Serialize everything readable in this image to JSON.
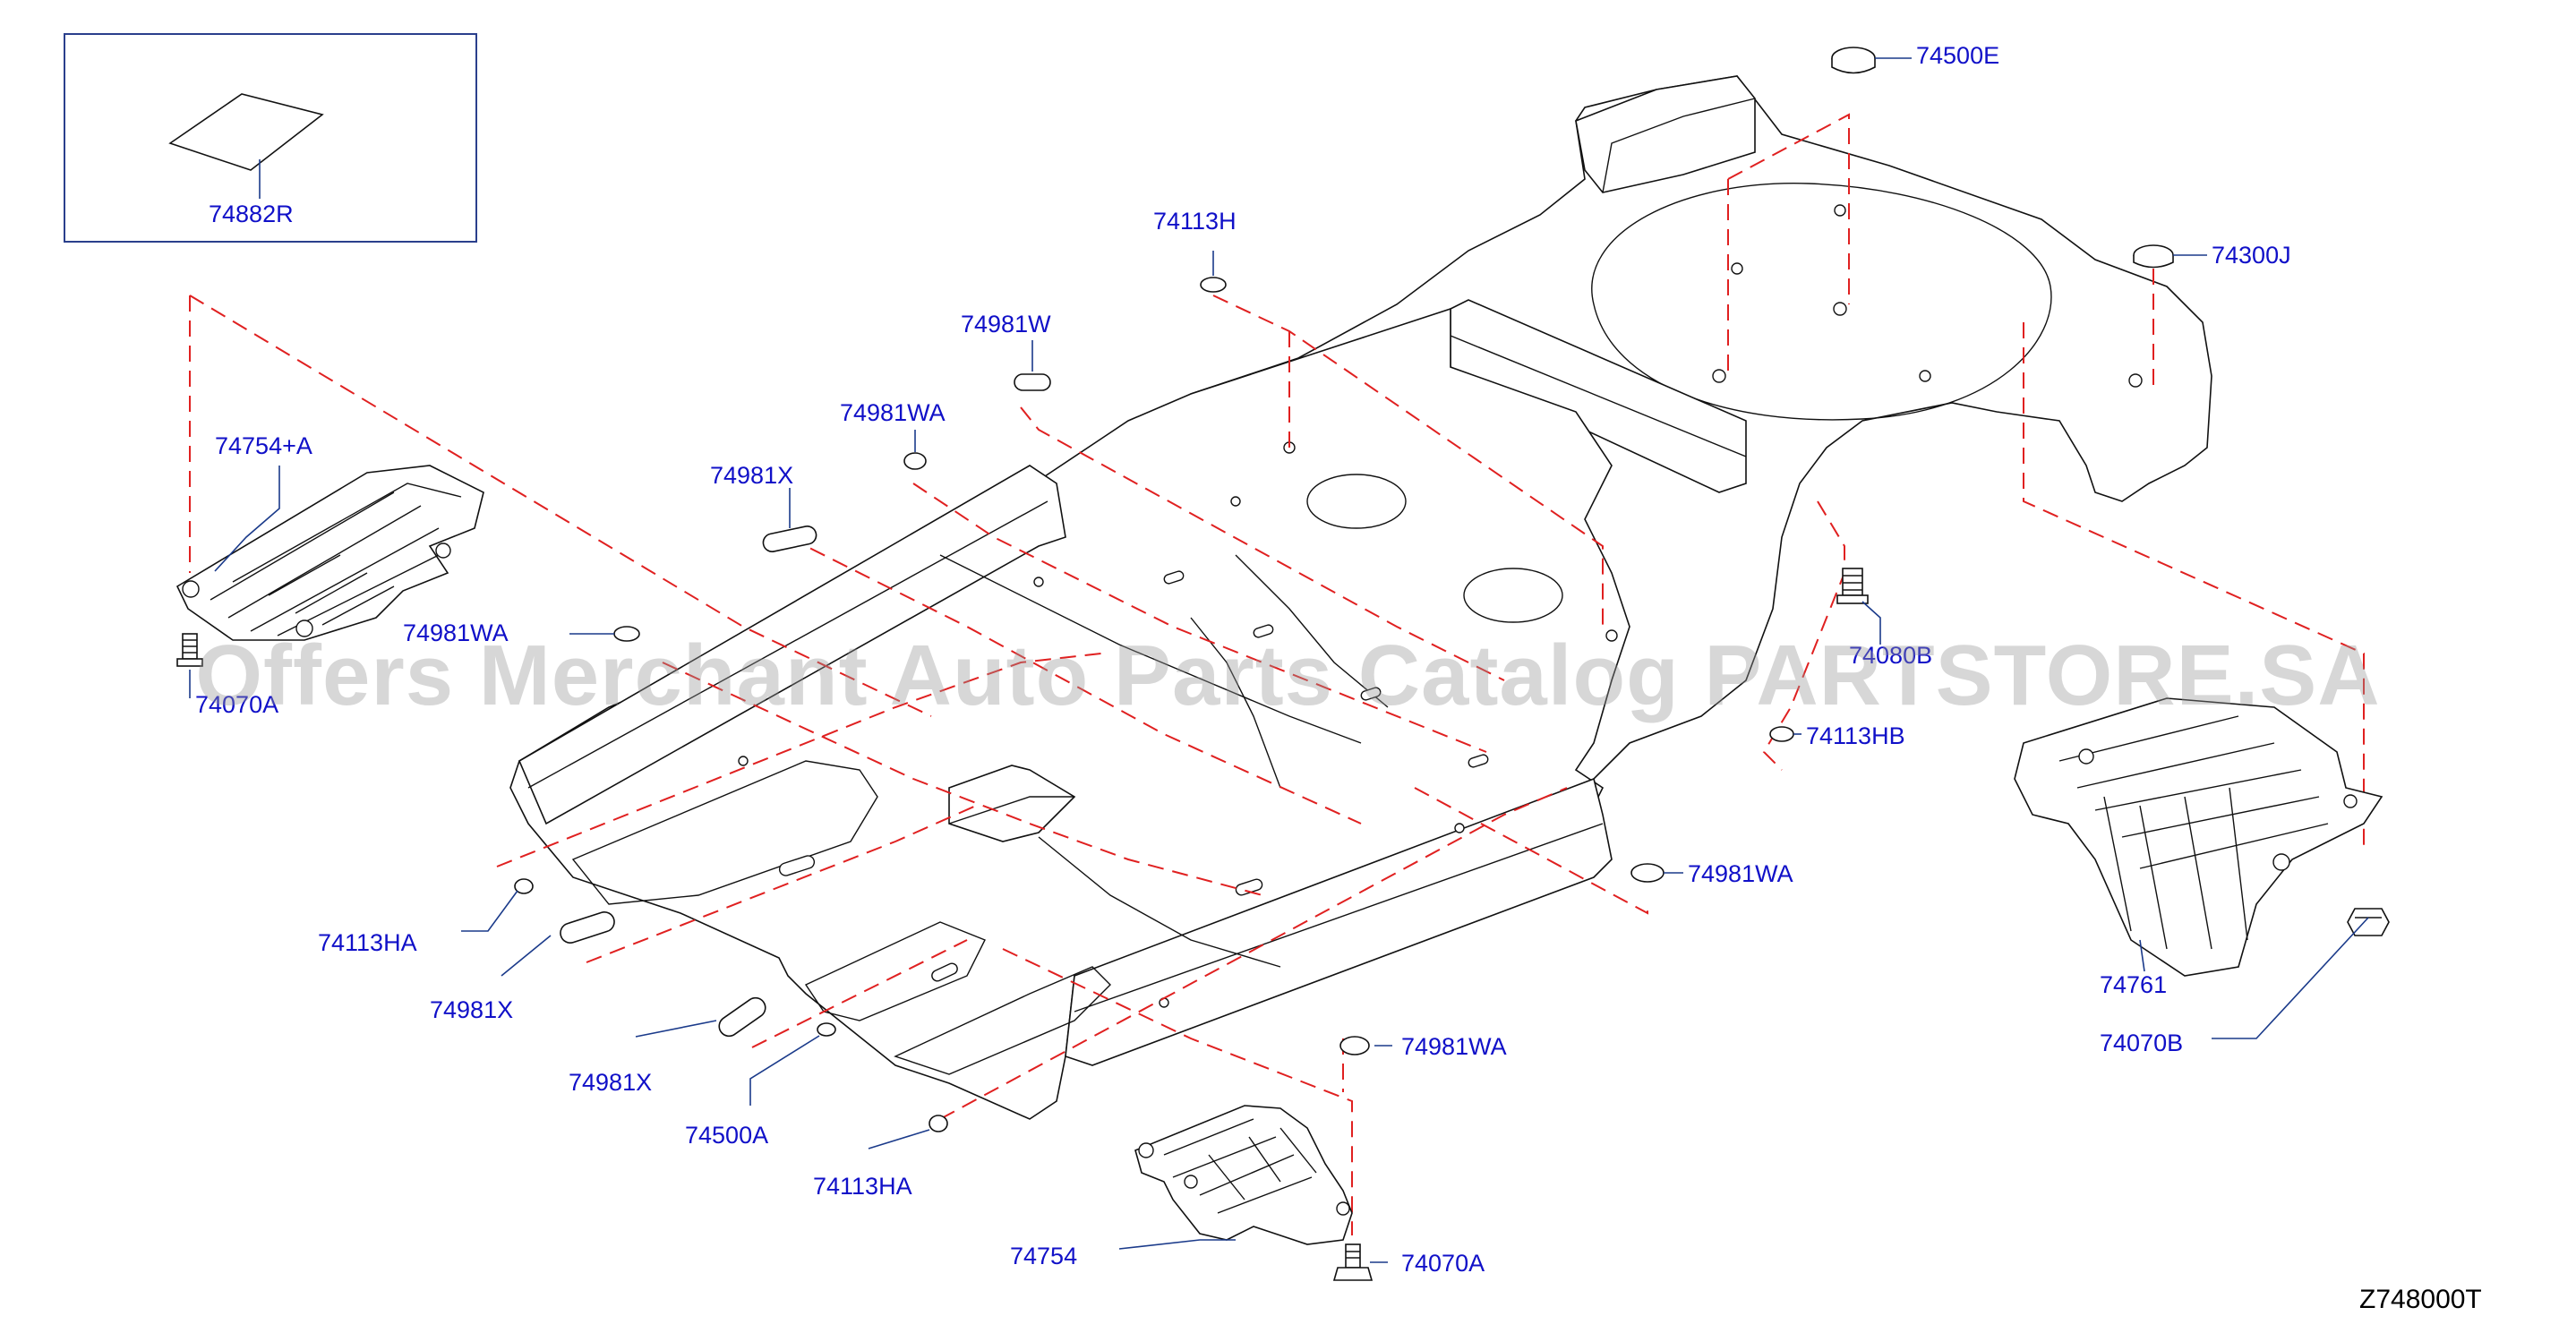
{
  "diagram": {
    "code": "Z748000T",
    "watermark": "Offers Merchant Auto Parts Catalog PARTSTORE.SA",
    "inset_part": "74882R",
    "callouts": [
      {
        "id": "74500E",
        "label": "74500E"
      },
      {
        "id": "74300J",
        "label": "74300J"
      },
      {
        "id": "74113H",
        "label": "74113H"
      },
      {
        "id": "74981W",
        "label": "74981W"
      },
      {
        "id": "74981WA-top",
        "label": "74981WA"
      },
      {
        "id": "74981X-top",
        "label": "74981X"
      },
      {
        "id": "74754A",
        "label": "74754+A"
      },
      {
        "id": "74981WA-left",
        "label": "74981WA"
      },
      {
        "id": "74070A-left",
        "label": "74070A"
      },
      {
        "id": "74070B-mid",
        "label": "74080B"
      },
      {
        "id": "74113HB",
        "label": "74113HB"
      },
      {
        "id": "74981WA-right",
        "label": "74981WA"
      },
      {
        "id": "74761",
        "label": "74761"
      },
      {
        "id": "74070B",
        "label": "74070B"
      },
      {
        "id": "74113HA-left",
        "label": "74113HA"
      },
      {
        "id": "74981X-mid",
        "label": "74981X"
      },
      {
        "id": "74981X-low",
        "label": "74981X"
      },
      {
        "id": "74500A",
        "label": "74500A"
      },
      {
        "id": "74113HA-bottom",
        "label": "74113HA"
      },
      {
        "id": "74981WA-bottom",
        "label": "74981WA"
      },
      {
        "id": "74754",
        "label": "74754"
      },
      {
        "id": "74070A-bottom",
        "label": "74070A"
      }
    ]
  }
}
